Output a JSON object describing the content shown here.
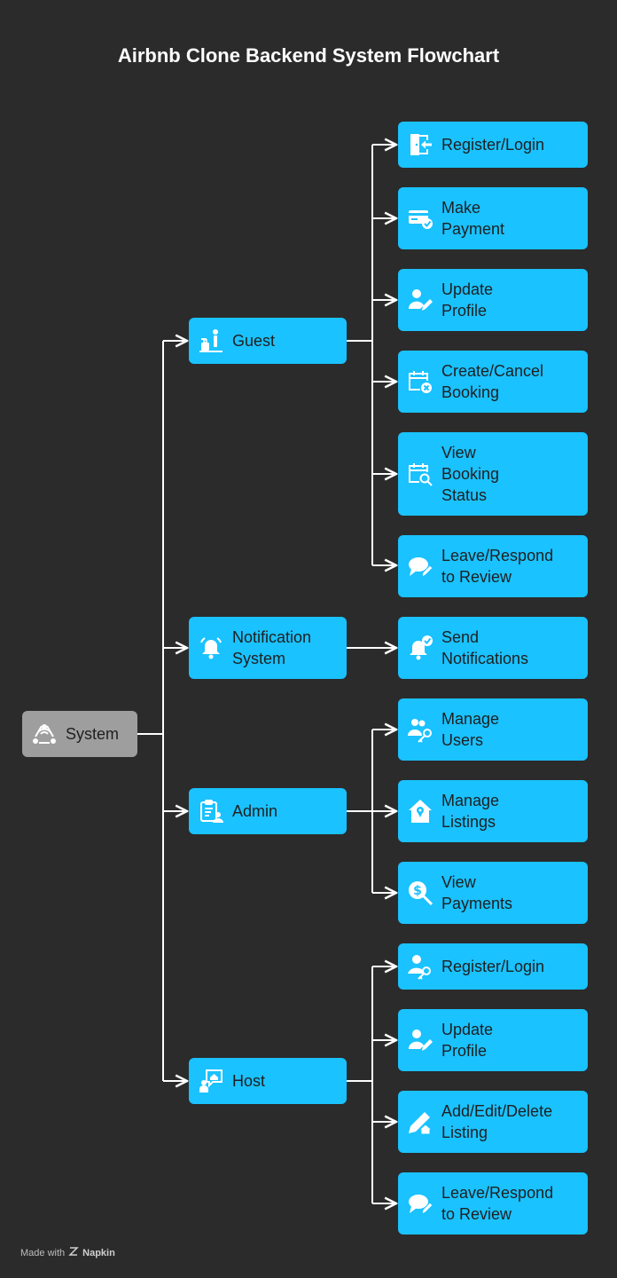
{
  "title": "Airbnb Clone Backend System Flowchart",
  "root": {
    "label": "System",
    "icon": "network-people-icon"
  },
  "groups": {
    "guest": {
      "label": "Guest",
      "icon": "guest-luggage-icon",
      "items": [
        {
          "label": "Register/Login",
          "icon": "door-enter-icon"
        },
        {
          "label": "Make\nPayment",
          "icon": "card-check-icon"
        },
        {
          "label": "Update\nProfile",
          "icon": "user-edit-icon"
        },
        {
          "label": "Create/Cancel\nBooking",
          "icon": "calendar-cancel-icon"
        },
        {
          "label": "View\nBooking\nStatus",
          "icon": "calendar-search-icon"
        },
        {
          "label": "Leave/Respond\nto Review",
          "icon": "chat-edit-icon"
        }
      ]
    },
    "notification": {
      "label": "Notification\nSystem",
      "icon": "bell-ring-icon",
      "items": [
        {
          "label": "Send\nNotifications",
          "icon": "bell-check-icon"
        }
      ]
    },
    "admin": {
      "label": "Admin",
      "icon": "clipboard-user-icon",
      "items": [
        {
          "label": "Manage\nUsers",
          "icon": "users-key-icon"
        },
        {
          "label": "Manage\nListings",
          "icon": "house-pin-icon"
        },
        {
          "label": "View\nPayments",
          "icon": "dollar-search-icon"
        }
      ]
    },
    "host": {
      "label": "Host",
      "icon": "host-house-icon",
      "items": [
        {
          "label": "Register/Login",
          "icon": "user-key-icon"
        },
        {
          "label": "Update\nProfile",
          "icon": "user-edit-icon"
        },
        {
          "label": "Add/Edit/Delete\nListing",
          "icon": "pencil-house-icon"
        },
        {
          "label": "Leave/Respond\nto Review",
          "icon": "chat-edit-icon"
        }
      ]
    }
  },
  "footer": {
    "made_with": "Made with",
    "brand": "Napkin"
  }
}
